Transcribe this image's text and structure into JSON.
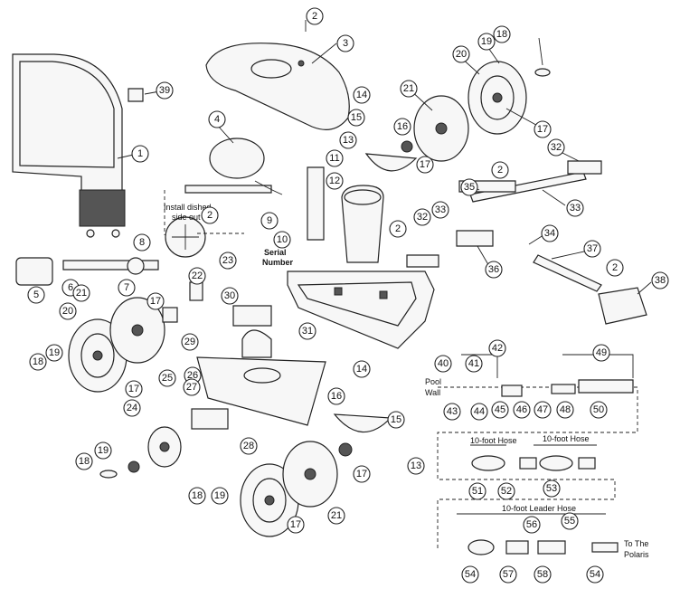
{
  "callouts": [
    "1",
    "2",
    "3",
    "4",
    "5",
    "6",
    "7",
    "8",
    "9",
    "10",
    "11",
    "12",
    "13",
    "14",
    "15",
    "16",
    "17",
    "18",
    "19",
    "20",
    "21",
    "22",
    "23",
    "24",
    "25",
    "26",
    "27",
    "28",
    "29",
    "30",
    "31",
    "32",
    "33",
    "34",
    "35",
    "36",
    "37",
    "38",
    "39",
    "40",
    "41",
    "42",
    "43",
    "44",
    "45",
    "46",
    "47",
    "48",
    "49",
    "50",
    "51",
    "52",
    "53",
    "54",
    "55",
    "56",
    "57",
    "58"
  ],
  "notes": {
    "install_dished_1": "Install dished",
    "install_dished_2": "side out",
    "serial_1": "Serial",
    "serial_2": "Number",
    "pool_wall_1": "Pool",
    "pool_wall_2": "Wall",
    "hose_10ft": "10-foot Hose",
    "leader_hose": "10-foot Leader Hose",
    "to_polaris_1": "To The",
    "to_polaris_2": "Polaris"
  }
}
